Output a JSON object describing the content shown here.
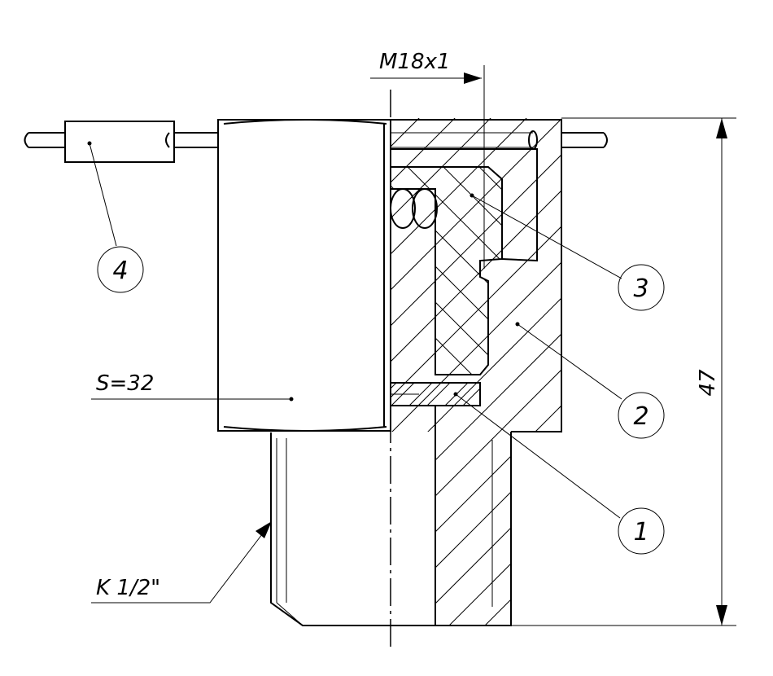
{
  "labels": {
    "thread_top": "M18x1",
    "wrench_size": "S=32",
    "pipe_thread": "K 1/2\"",
    "height_dim": "47"
  },
  "callouts": [
    "1",
    "2",
    "3",
    "4"
  ]
}
